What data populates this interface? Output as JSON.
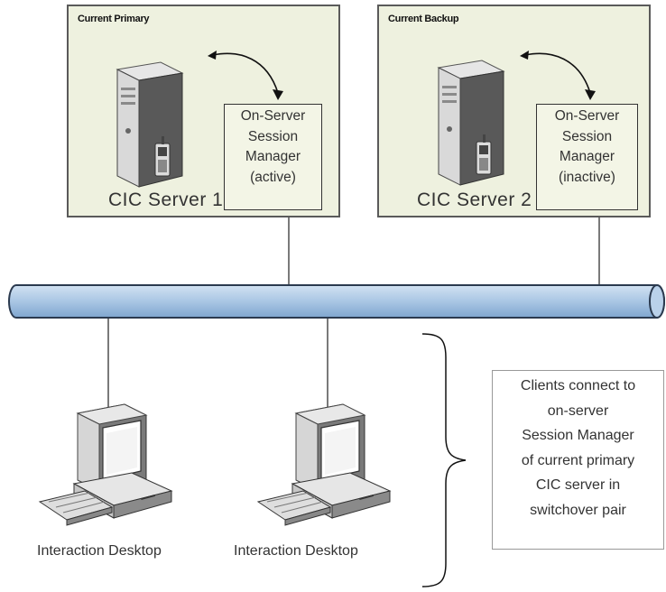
{
  "primary": {
    "title": "Current Primary",
    "server_label": "CIC Server 1",
    "session_lines": [
      "On-Server",
      "Session",
      "Manager",
      "(active)"
    ]
  },
  "backup": {
    "title": "Current Backup",
    "server_label": "CIC Server 2",
    "session_lines": [
      "On-Server",
      "Session",
      "Manager",
      "(inactive)"
    ]
  },
  "clients": [
    {
      "label": "Interaction Desktop"
    },
    {
      "label": "Interaction Desktop"
    }
  ],
  "note": {
    "lines": [
      "Clients connect to",
      "on-server",
      "Session Manager",
      "of current primary",
      "CIC server in",
      "switchover pair"
    ]
  },
  "colors": {
    "box_fill": "#eef1df",
    "bus_fill": "#a9c6e4",
    "bus_stroke": "#2b3a4f"
  }
}
